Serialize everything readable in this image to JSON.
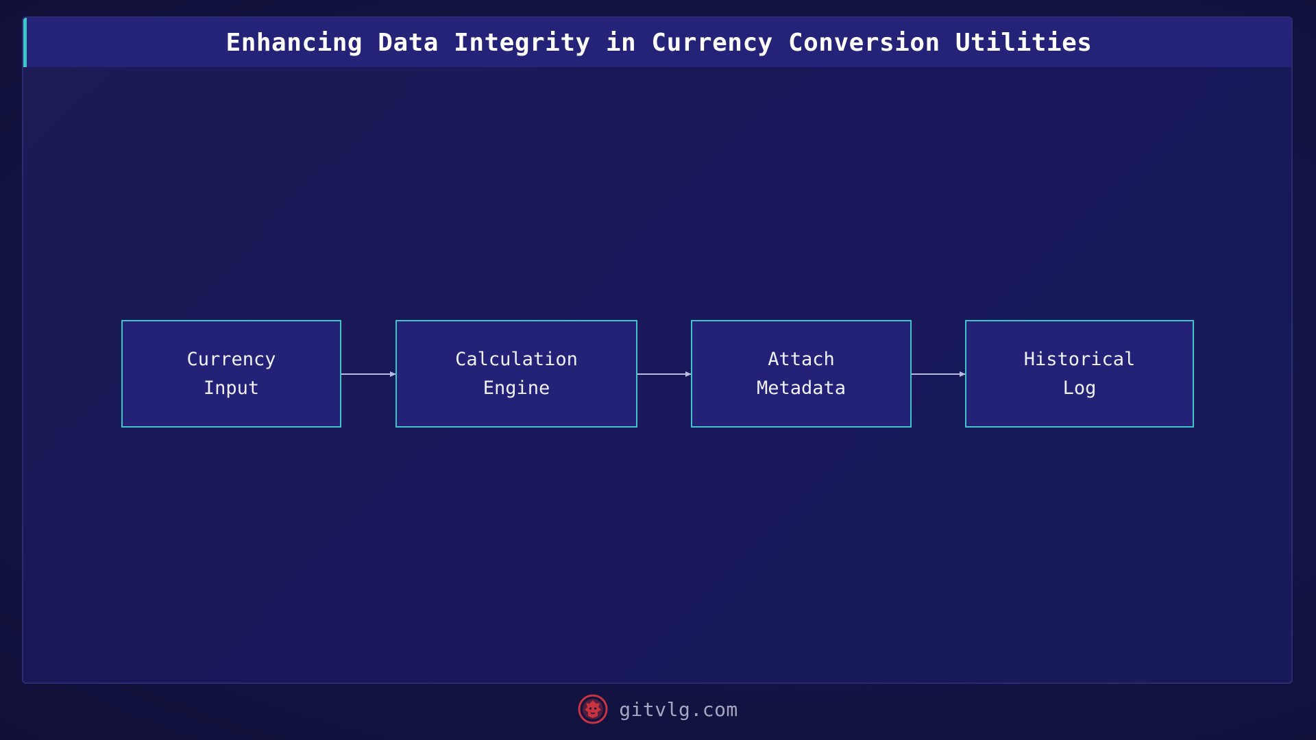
{
  "diagram": {
    "title": "Enhancing Data Integrity in Currency Conversion Utilities",
    "type": "flowchart",
    "nodes": [
      {
        "id": "currency-input",
        "label": "Currency\nInput"
      },
      {
        "id": "calculation-engine",
        "label": "Calculation\nEngine"
      },
      {
        "id": "attach-metadata",
        "label": "Attach\nMetadata"
      },
      {
        "id": "historical-log",
        "label": "Historical\nLog"
      }
    ],
    "edges": [
      {
        "from": "currency-input",
        "to": "calculation-engine"
      },
      {
        "from": "calculation-engine",
        "to": "attach-metadata"
      },
      {
        "from": "attach-metadata",
        "to": "historical-log"
      }
    ]
  },
  "footer": {
    "site": "gitvlg.com",
    "logo_icon": "lion-head-icon"
  },
  "colors": {
    "background": "#141445",
    "title_bar": "#242378",
    "accent": "#3ec6c9",
    "node_fill": "#232277",
    "node_border": "#3ec6c9",
    "arrow": "#b8bde0",
    "logo": "#c8333f"
  }
}
